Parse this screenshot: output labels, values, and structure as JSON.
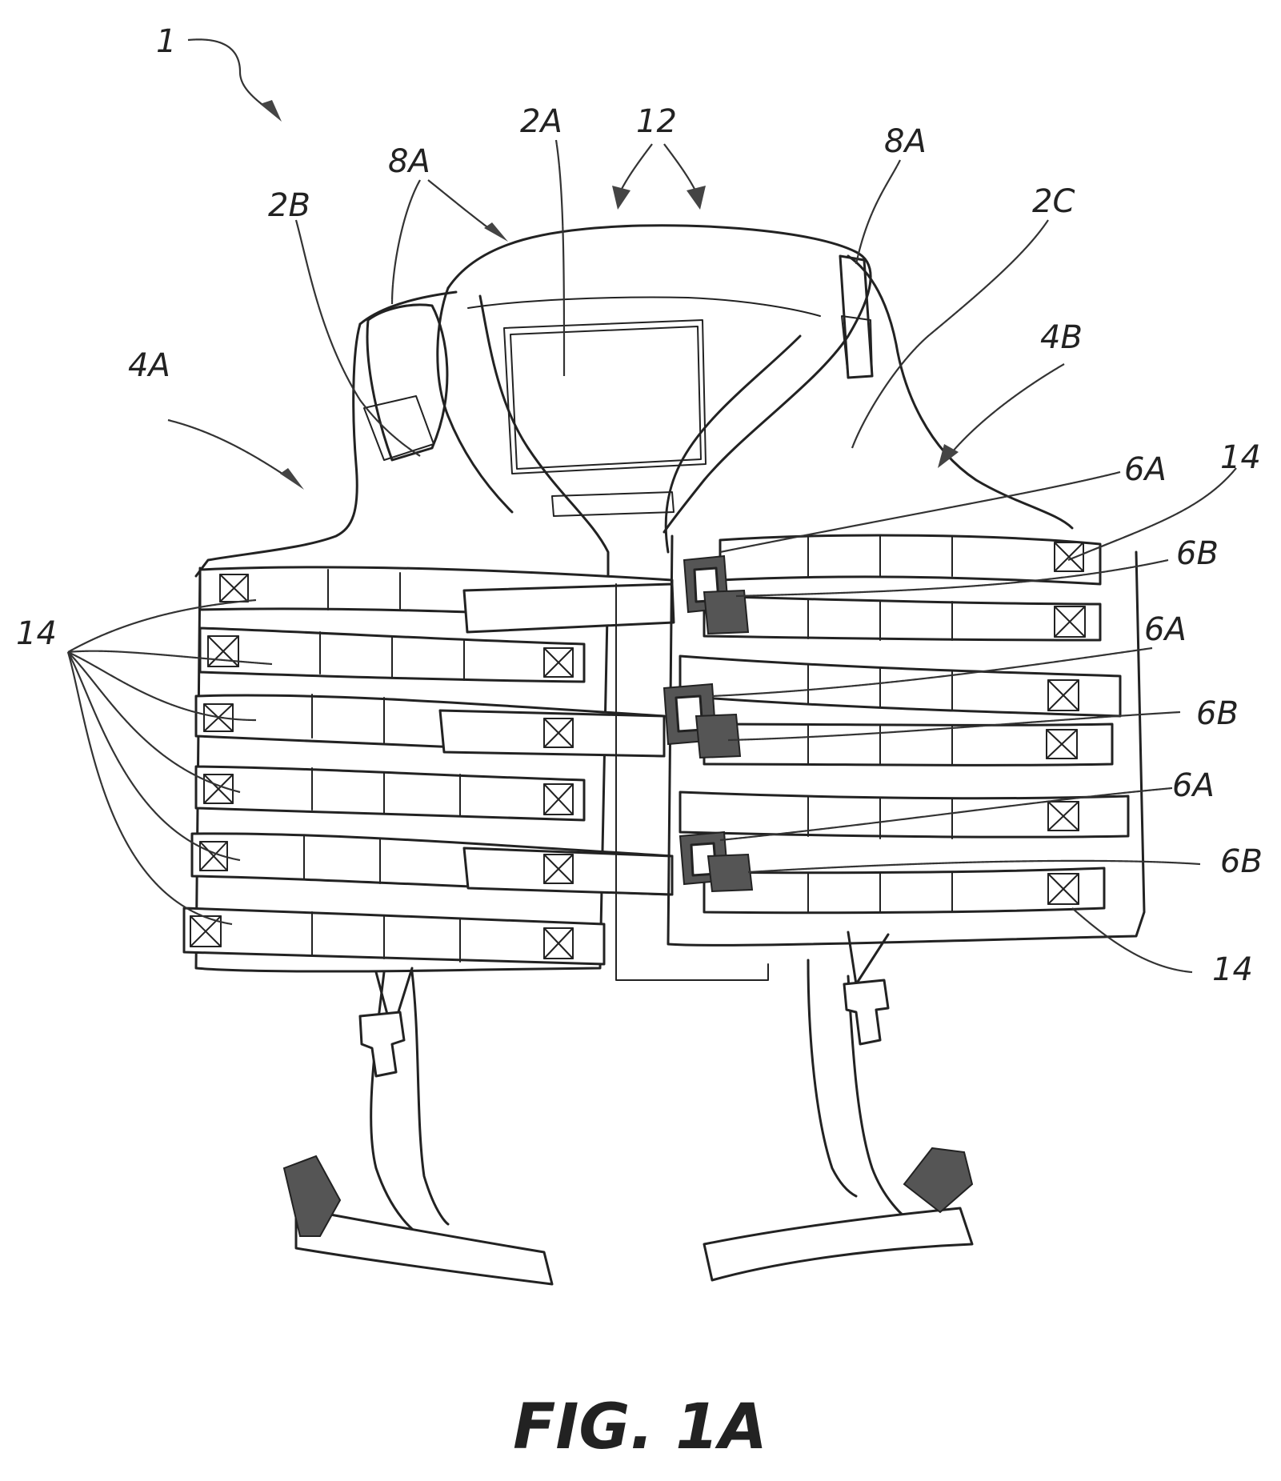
{
  "figure_caption": "FIG. 1A",
  "labels": {
    "l1": "1",
    "l2A": "2A",
    "l12": "12",
    "l8A_left": "8A",
    "l8A_right": "8A",
    "l2B": "2B",
    "l2C": "2C",
    "l4A": "4A",
    "l4B": "4B",
    "l6A_top": "6A",
    "l14_top": "14",
    "l6B_top": "6B",
    "l6A_mid": "6A",
    "l6B_mid": "6B",
    "l6A_low": "6A",
    "l6B_low": "6B",
    "l14_bottom": "14",
    "l14_left": "14"
  }
}
